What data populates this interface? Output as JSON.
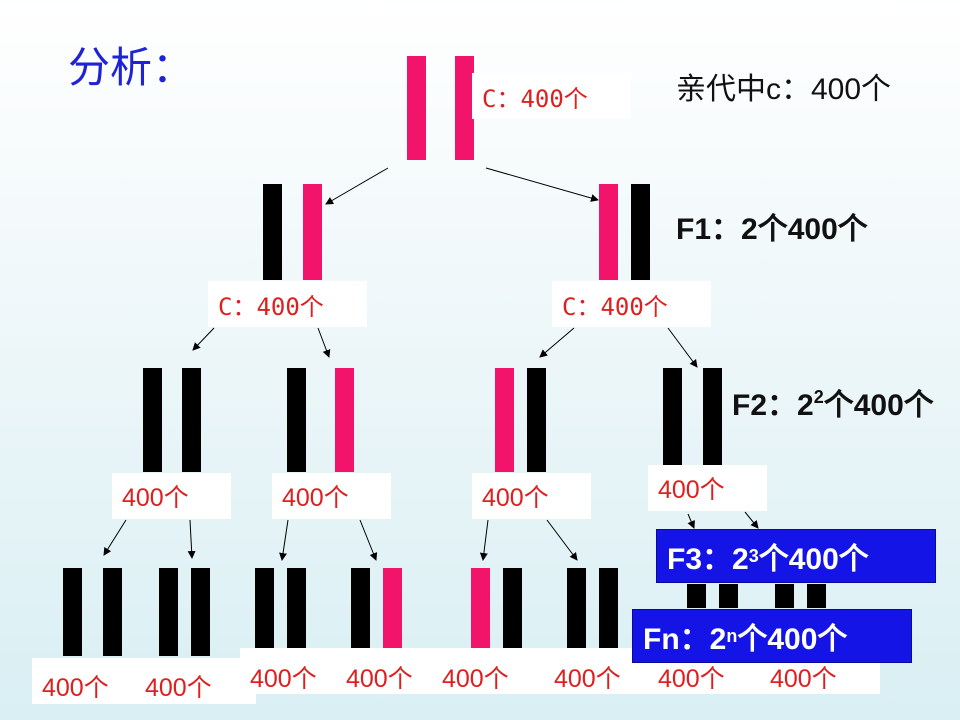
{
  "title": "分析：",
  "generations": {
    "parent": "亲代中c：400个",
    "f1": "F1：2个400个",
    "f2_prefix": "F2：2",
    "f2_exp": "2",
    "f2_suffix": "个400个",
    "f3_prefix": "F3：2",
    "f3_exp": "3",
    "f3_suffix": "个400个",
    "fn_prefix": "Fn：2",
    "fn_exp": "n",
    "fn_suffix": "个400个"
  },
  "labels": {
    "root": "C：400个",
    "f1_left": "C：400个",
    "f1_right": "C：400个",
    "f2": [
      "400个",
      "400个",
      "400个",
      "400个"
    ],
    "f3": [
      "400个",
      "400个",
      "400个",
      "400个",
      "400个",
      "400个",
      "400个",
      "400个"
    ]
  },
  "colors": {
    "new_strand": "#f2136b",
    "old_strand": "#000000",
    "highlight_box": "#1414e6",
    "label_text": "#e11e1e",
    "title_text": "#1f22d6"
  }
}
